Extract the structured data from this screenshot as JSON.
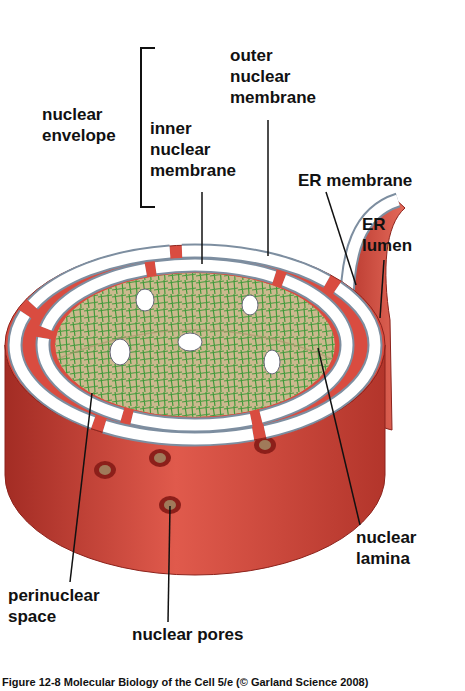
{
  "diagram": {
    "caption": "Figure 12-8 Molecular Biology of the Cell 5/e (© Garland Science 2008)",
    "labels": [
      "nuclear envelope",
      "outer nuclear membrane",
      "inner nuclear membrane",
      "ER membrane",
      "ER lumen",
      "nuclear lamina",
      "perinuclear space",
      "nuclear pores"
    ]
  }
}
